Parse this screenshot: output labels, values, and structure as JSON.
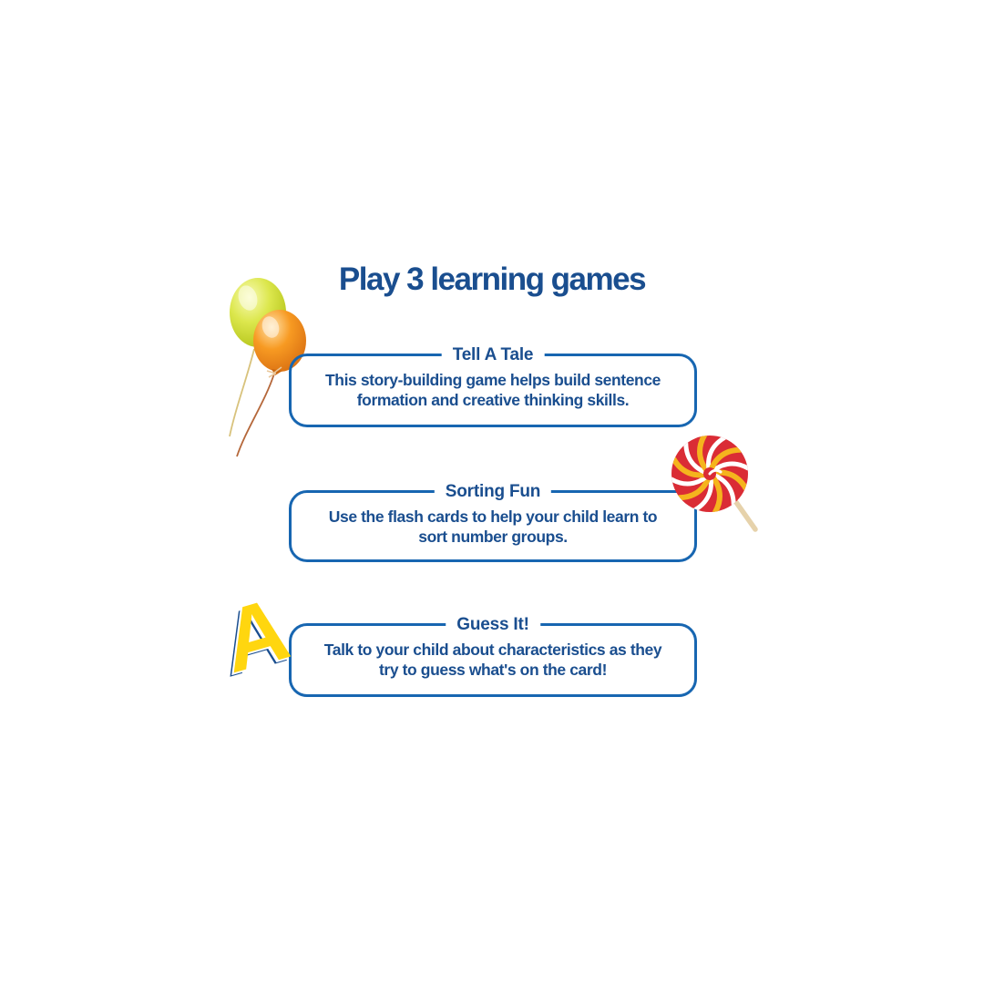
{
  "title": "Play 3 learning games",
  "games": [
    {
      "heading": "Tell A Tale",
      "lines": [
        "This story-building game helps build sentence",
        "formation and creative thinking skills."
      ]
    },
    {
      "heading": "Sorting Fun",
      "lines": [
        "Use the flash cards to help your child learn to",
        "sort number groups."
      ]
    },
    {
      "heading": "Guess It!",
      "lines": [
        "Talk to your child about characteristics as they",
        "try to guess what's on the card!"
      ]
    }
  ],
  "decorations": {
    "letter_a": "A",
    "balloons": "yellow and orange balloons with strings",
    "lollipop": "red and yellow swirl lollipop"
  },
  "colors": {
    "background": "#ffffff",
    "text_navy": "#1a4e8f",
    "border_blue": "#1766b1",
    "balloon_yellow": "#d3e045",
    "balloon_orange": "#f6931e",
    "lollipop_red": "#da2c35",
    "lollipop_yellow": "#f5b41d",
    "lollipop_stick": "#e6d2ab",
    "letter_yellow": "#ffd60f"
  }
}
